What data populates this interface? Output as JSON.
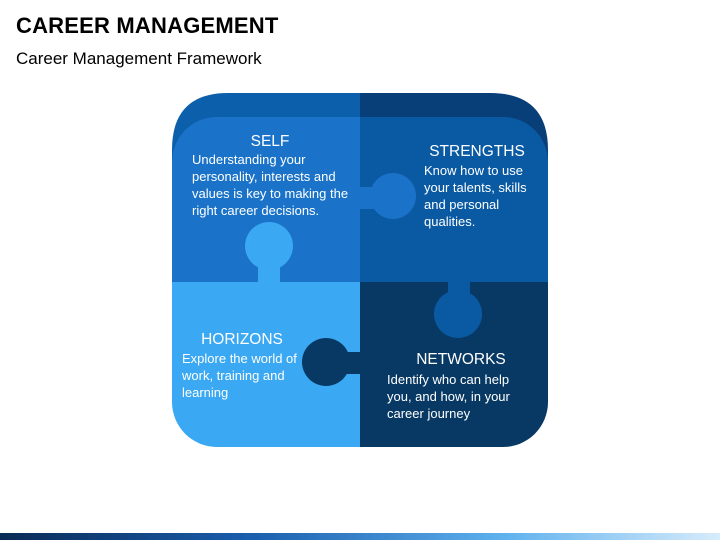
{
  "header": {
    "title": "CAREER MANAGEMENT",
    "subtitle": "Career Management Framework"
  },
  "pieces": {
    "self": {
      "title": "SELF",
      "text": "Understanding your personality, interests and values is key to making the right career decisions.",
      "color": "#1a73c9"
    },
    "strengths": {
      "title": "STRENGTHS",
      "text": "Know how to use your talents, skills and personal qualities.",
      "color": "#0a5aa3"
    },
    "horizons": {
      "title": "HORIZONS",
      "text": "Explore the world of work, training and learning",
      "color": "#3aa8f2"
    },
    "networks": {
      "title": "NETWORKS",
      "text": "Identify who can help you, and how, in your career journey",
      "color": "#073964"
    }
  },
  "colors": {
    "frame_left": "#0b5fab",
    "frame_right": "#083f78"
  }
}
